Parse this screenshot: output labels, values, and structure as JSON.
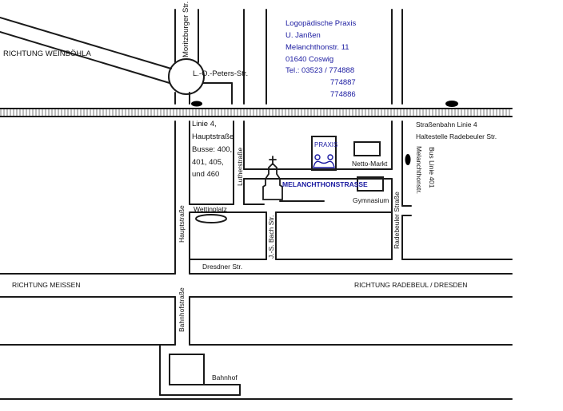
{
  "info": {
    "line1": "Logopädische Praxis",
    "line2": "U. Janßen",
    "line3": "Melanchthonstr. 11",
    "line4": "01640 Coswig",
    "tel_label": "Tel.: 03523 / 774888",
    "tel2": "774887",
    "tel3": "774886"
  },
  "labels": {
    "weinboehla": "RICHTUNG WEINBÖHLA",
    "moritzburger": "Moritzburger Str.",
    "peters": "L.-O.-Peters-Str.",
    "linie4_1": "Linie 4,",
    "linie4_2": "Hauptstraße",
    "linie4_3": "Busse: 400,",
    "linie4_4": "401,  405,",
    "linie4_5": "und 460",
    "lutherstrasse": "Lutherstraße",
    "praxis": "PRAXIS",
    "netto": "Netto-Markt",
    "melanchthonstrasse": "MELANCHTHONSTRASSE",
    "gymnasium": "Gymnasium",
    "wettinplatz": "Wettinplatz",
    "hauptstrasse": "Hauptstraße",
    "bach": "J.-S. Bach Str.",
    "radebeuler": "Radebeuler Straße",
    "melanchthonstr": "Melanchthonstr.",
    "bus401": "Bus Linie 401",
    "tram1": "Straßenbahn Linie 4",
    "tram2": "Haltestelle Radebeuler Str.",
    "dresdner": "Dresdner Str.",
    "meissen": "RICHTUNG MEISSEN",
    "radebeul": "RICHTUNG RADEBEUL / DRESDEN",
    "bahnhofstrasse": "Bahnhofstraße",
    "bahnhof": "Bahnhof"
  },
  "colors": {
    "ink": "#111111",
    "accent": "#1a1aa0"
  }
}
